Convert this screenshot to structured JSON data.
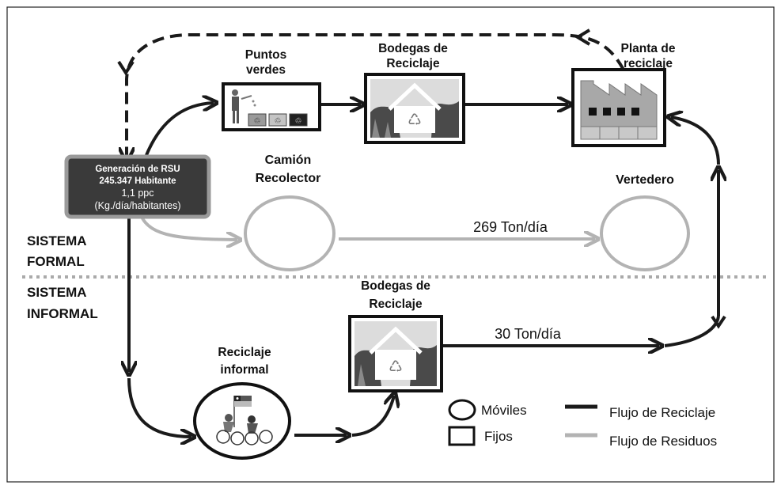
{
  "labels": {
    "generacion_title": "Generación de RSU",
    "generacion_hab": "245.347 Habitante",
    "generacion_ppc": "1,1 ppc",
    "generacion_units": "(Kg./día/habitantes)",
    "puntos_verdes_1": "Puntos",
    "puntos_verdes_2": "verdes",
    "bodegas_top_1": "Bodegas de",
    "bodegas_top_2": "Reciclaje",
    "planta_1": "Planta de",
    "planta_2": "reciclaje",
    "camion_1": "Camión",
    "camion_2": "Recolector",
    "vertedero": "Vertedero",
    "flow_269": "269 Ton/día",
    "sistema_formal_1": "SISTEMA",
    "sistema_formal_2": "FORMAL",
    "sistema_informal_1": "SISTEMA",
    "sistema_informal_2": "INFORMAL",
    "bodegas_bottom_1": "Bodegas de",
    "bodegas_bottom_2": "Reciclaje",
    "flow_30": "30 Ton/día",
    "reciclaje_informal_1": "Reciclaje",
    "reciclaje_informal_2": "informal"
  },
  "legend": {
    "moviles": "Móviles",
    "fijos": "Fijos",
    "flujo_reciclaje": "Flujo de Reciclaje",
    "flujo_residuos": "Flujo de Residuos"
  },
  "colors": {
    "recycling_flow": "#1a1a1a",
    "waste_flow": "#b3b3b3",
    "generation_box": "#3a3a3a",
    "separator": "#aaaaaa"
  },
  "icons": {
    "puntos_verdes": "recycling-bins-icon",
    "bodegas": "recycling-house-icon",
    "planta": "factory-icon",
    "reciclaje_informal": "cyclists-flag-icon"
  }
}
